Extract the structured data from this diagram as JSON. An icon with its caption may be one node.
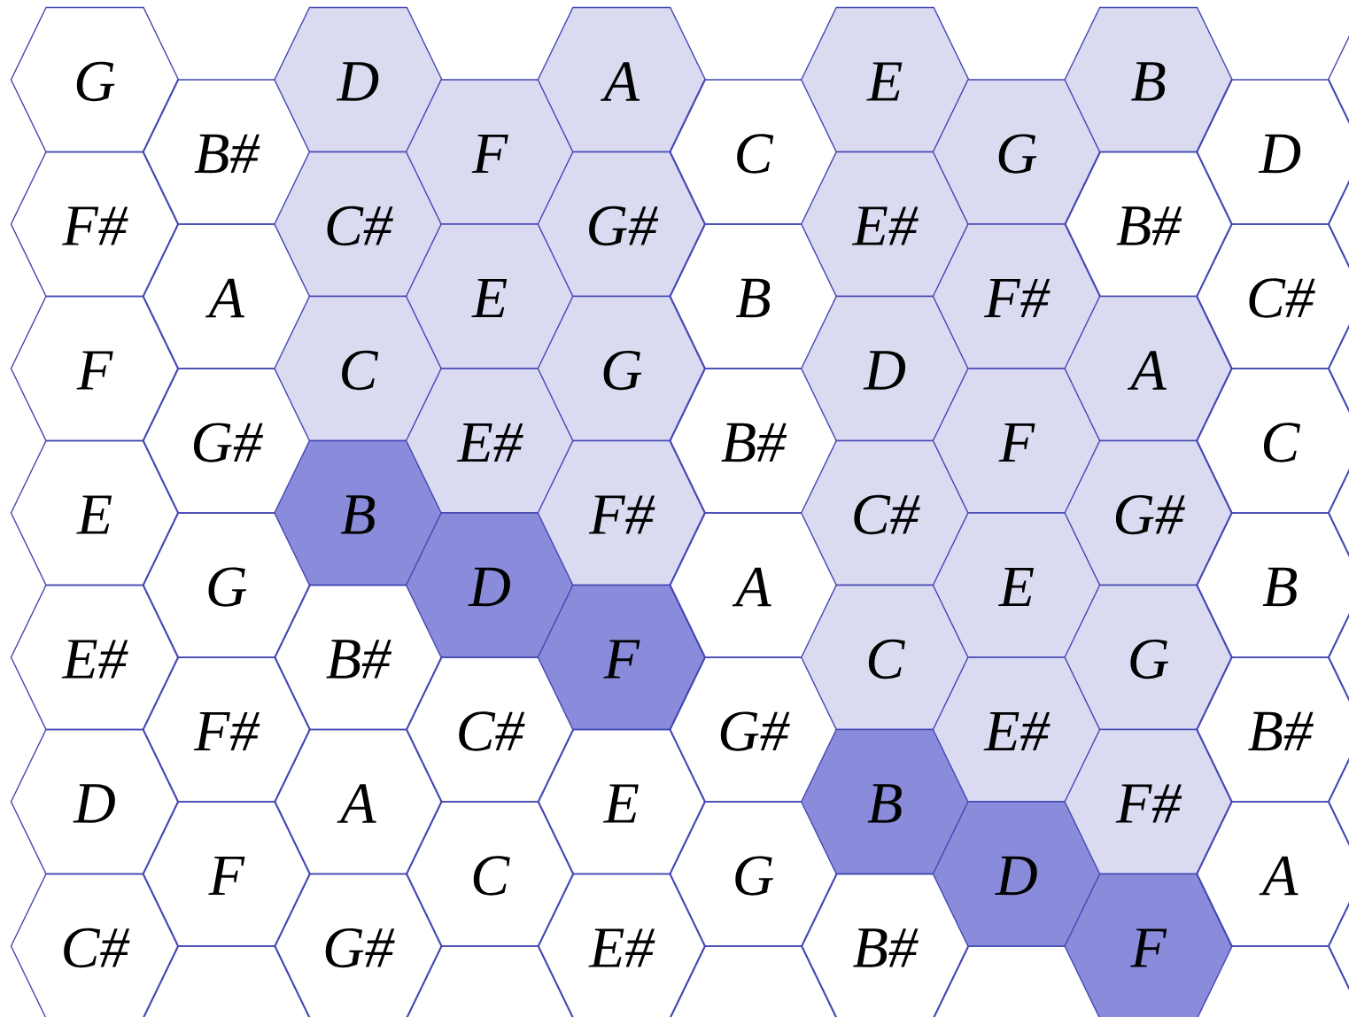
{
  "diagram": {
    "nodes": [
      {
        "text": [
          "G"
        ]
      },
      {
        "text": [
          "F#"
        ]
      },
      {
        "text": [
          "F"
        ]
      },
      {
        "text": [
          "E"
        ]
      },
      {
        "text": [
          "E#"
        ]
      },
      {
        "text": [
          "D"
        ]
      },
      {
        "text": [
          "C#"
        ]
      },
      {
        "text": [
          "B#"
        ]
      },
      {
        "text": [
          "A"
        ]
      },
      {
        "text": [
          "G#"
        ]
      },
      {
        "text": [
          "G"
        ]
      },
      {
        "text": [
          "F#"
        ]
      },
      {
        "text": [
          "F"
        ]
      },
      {
        "text": [
          "D"
        ]
      },
      {
        "text": [
          "C#"
        ]
      },
      {
        "text": [
          "C"
        ]
      },
      {
        "text": [
          "B"
        ]
      },
      {
        "text": [
          "B#"
        ]
      },
      {
        "text": [
          "A"
        ]
      },
      {
        "text": [
          "G#"
        ]
      },
      {
        "text": [
          "F"
        ]
      },
      {
        "text": [
          "E"
        ]
      },
      {
        "text": [
          "E#"
        ]
      },
      {
        "text": [
          "D"
        ]
      },
      {
        "text": [
          "C#"
        ]
      },
      {
        "text": [
          "C"
        ]
      },
      {
        "text": [
          "A"
        ]
      },
      {
        "text": [
          "G#"
        ]
      },
      {
        "text": [
          "G"
        ]
      },
      {
        "text": [
          "F#"
        ]
      },
      {
        "text": [
          "F"
        ]
      },
      {
        "text": [
          "E"
        ]
      },
      {
        "text": [
          "E#"
        ]
      },
      {
        "text": [
          "C"
        ]
      },
      {
        "text": [
          "B"
        ]
      },
      {
        "text": [
          "B#"
        ]
      },
      {
        "text": [
          "A"
        ]
      },
      {
        "text": [
          "G#"
        ]
      },
      {
        "text": [
          "G"
        ]
      },
      {
        "text": [
          "E"
        ]
      },
      {
        "text": [
          "E#"
        ]
      },
      {
        "text": [
          "D"
        ]
      },
      {
        "text": [
          "C#"
        ]
      },
      {
        "text": [
          "C"
        ]
      },
      {
        "text": [
          "B"
        ]
      },
      {
        "text": [
          "B#"
        ]
      },
      {
        "text": [
          "G"
        ]
      },
      {
        "text": [
          "F#"
        ]
      },
      {
        "text": [
          "F"
        ]
      },
      {
        "text": [
          "E"
        ]
      },
      {
        "text": [
          "E#"
        ]
      },
      {
        "text": [
          "D"
        ]
      },
      {
        "text": [
          "B"
        ]
      },
      {
        "text": [
          "B#"
        ]
      },
      {
        "text": [
          "A"
        ]
      },
      {
        "text": [
          "G#"
        ]
      },
      {
        "text": [
          "G"
        ]
      },
      {
        "text": [
          "F#"
        ]
      },
      {
        "text": [
          "F"
        ]
      },
      {
        "text": [
          "D"
        ]
      },
      {
        "text": [
          "C#"
        ]
      },
      {
        "text": [
          "C"
        ]
      },
      {
        "text": [
          "B"
        ]
      },
      {
        "text": [
          "B#"
        ]
      },
      {
        "text": [
          "A"
        ]
      }
    ]
  }
}
